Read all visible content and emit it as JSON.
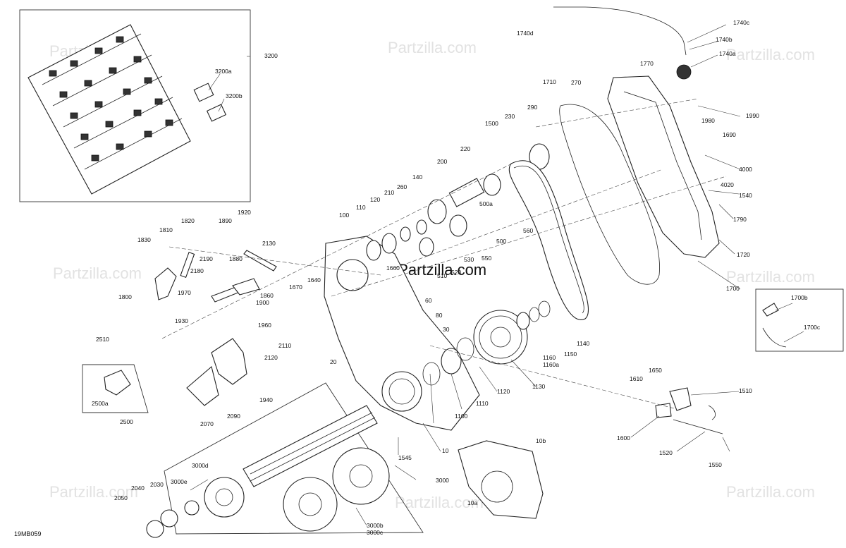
{
  "watermarks": {
    "site": "Partzilla.com",
    "center": "©Partzilla.com"
  },
  "figure_code": "19MB059",
  "callouts": [
    "3200",
    "3200a",
    "3200b",
    "1740d",
    "1740c",
    "1740b",
    "1740a",
    "1770",
    "1710",
    "270",
    "1980",
    "1990",
    "290",
    "230",
    "1690",
    "4000",
    "4020",
    "1540",
    "1790",
    "1720",
    "1700",
    "220",
    "1500",
    "200",
    "500a",
    "560",
    "500",
    "550",
    "530",
    "520",
    "510",
    "140",
    "260",
    "210",
    "120",
    "110",
    "100",
    "1920",
    "1820",
    "1890",
    "1810",
    "1830",
    "2130",
    "2190",
    "1880",
    "2180",
    "1860",
    "1800",
    "1970",
    "1900",
    "1670",
    "1640",
    "60",
    "80",
    "1960",
    "1930",
    "2110",
    "2120",
    "1660",
    "2510",
    "2500a",
    "2500",
    "1940",
    "2070",
    "2090",
    "30",
    "20",
    "1160",
    "1160a",
    "1150",
    "1140",
    "1130",
    "1120",
    "1110",
    "1100",
    "1700b",
    "1700c",
    "1650",
    "1610",
    "1510",
    "1600",
    "1520",
    "1550",
    "10",
    "1545",
    "10b",
    "10a",
    "3000",
    "3000d",
    "3000e",
    "2040",
    "2030",
    "2050",
    "3000b",
    "3000c"
  ]
}
